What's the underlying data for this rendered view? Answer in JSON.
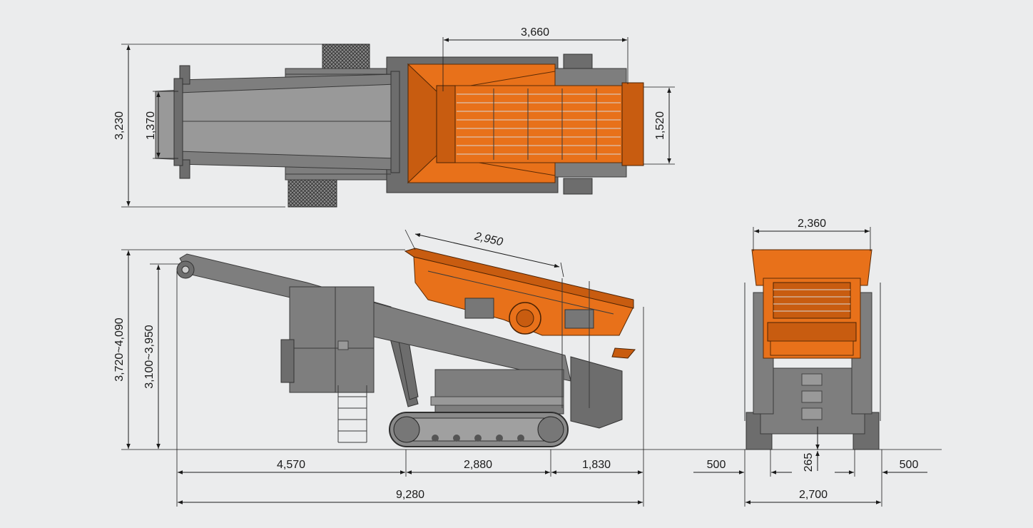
{
  "colors": {
    "background": "#ebeced",
    "machine_body": "#7e7e7e",
    "screen_box": "#e8711a",
    "dimension_lines": "#1a1a1a"
  },
  "top_view": {
    "dim_screen_length": "3,660",
    "dim_overall_width": "3,230",
    "dim_conveyor_width": "1,370",
    "dim_screen_width": "1,520"
  },
  "side_view": {
    "dim_screen_deck": "2,950",
    "dim_height_range": "3,720~4,090",
    "dim_discharge_height": "3,100~3,950",
    "dim_front_section": "4,570",
    "dim_tracks": "2,880",
    "dim_rear_section": "1,830",
    "dim_overall_length": "9,280"
  },
  "end_view": {
    "dim_box_width": "2,360",
    "dim_left_offset": "500",
    "dim_right_offset": "500",
    "dim_ground_clearance": "265",
    "dim_overall_width": "2,700"
  }
}
